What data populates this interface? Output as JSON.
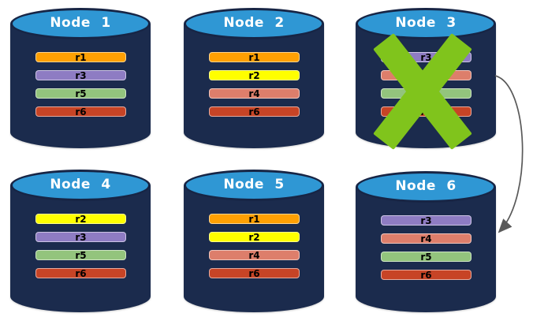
{
  "diagram": {
    "nodes": [
      {
        "name": "Node 1",
        "failed": false,
        "replicas": [
          {
            "label": "r1",
            "color": "#FFA003"
          },
          {
            "label": "r3",
            "color": "#8E7CC3"
          },
          {
            "label": "r5",
            "color": "#93C47D"
          },
          {
            "label": "r6",
            "color": "#C74426"
          }
        ]
      },
      {
        "name": "Node 2",
        "failed": false,
        "replicas": [
          {
            "label": "r1",
            "color": "#FFA003"
          },
          {
            "label": "r2",
            "color": "#FFFF00"
          },
          {
            "label": "r4",
            "color": "#DD7E6B"
          },
          {
            "label": "r6",
            "color": "#C74426"
          }
        ]
      },
      {
        "name": "Node 3",
        "failed": true,
        "replicas": [
          {
            "label": "r3",
            "color": "#8E7CC3"
          },
          {
            "label": "r4",
            "color": "#DD7E6B"
          },
          {
            "label": "r5",
            "color": "#93C47D"
          },
          {
            "label": "r6",
            "color": "#C74426"
          }
        ]
      },
      {
        "name": "Node 4",
        "failed": false,
        "replicas": [
          {
            "label": "r2",
            "color": "#FFFF00"
          },
          {
            "label": "r3",
            "color": "#8E7CC3"
          },
          {
            "label": "r5",
            "color": "#93C47D"
          },
          {
            "label": "r6",
            "color": "#C74426"
          }
        ]
      },
      {
        "name": "Node 5",
        "failed": false,
        "replicas": [
          {
            "label": "r1",
            "color": "#FFA003"
          },
          {
            "label": "r2",
            "color": "#FFFF00"
          },
          {
            "label": "r4",
            "color": "#DD7E6B"
          },
          {
            "label": "r6",
            "color": "#C74426"
          }
        ]
      },
      {
        "name": "Node 6",
        "failed": false,
        "replicas": [
          {
            "label": "r3",
            "color": "#8E7CC3"
          },
          {
            "label": "r4",
            "color": "#DD7E6B"
          },
          {
            "label": "r5",
            "color": "#93C47D"
          },
          {
            "label": "r6",
            "color": "#C74426"
          }
        ]
      }
    ],
    "failure_marker": {
      "node": "Node 3",
      "shape": "x-cross",
      "color": "#80C41C"
    },
    "arrow": {
      "from": "Node 3",
      "to": "Node 6",
      "color": "#595959"
    },
    "styles": {
      "cylinder_body_color": "#1B2B4D",
      "cylinder_top_color": "#2F97D4",
      "node_title_color": "#FFFFFF",
      "replica_label_color": "#000000"
    }
  }
}
